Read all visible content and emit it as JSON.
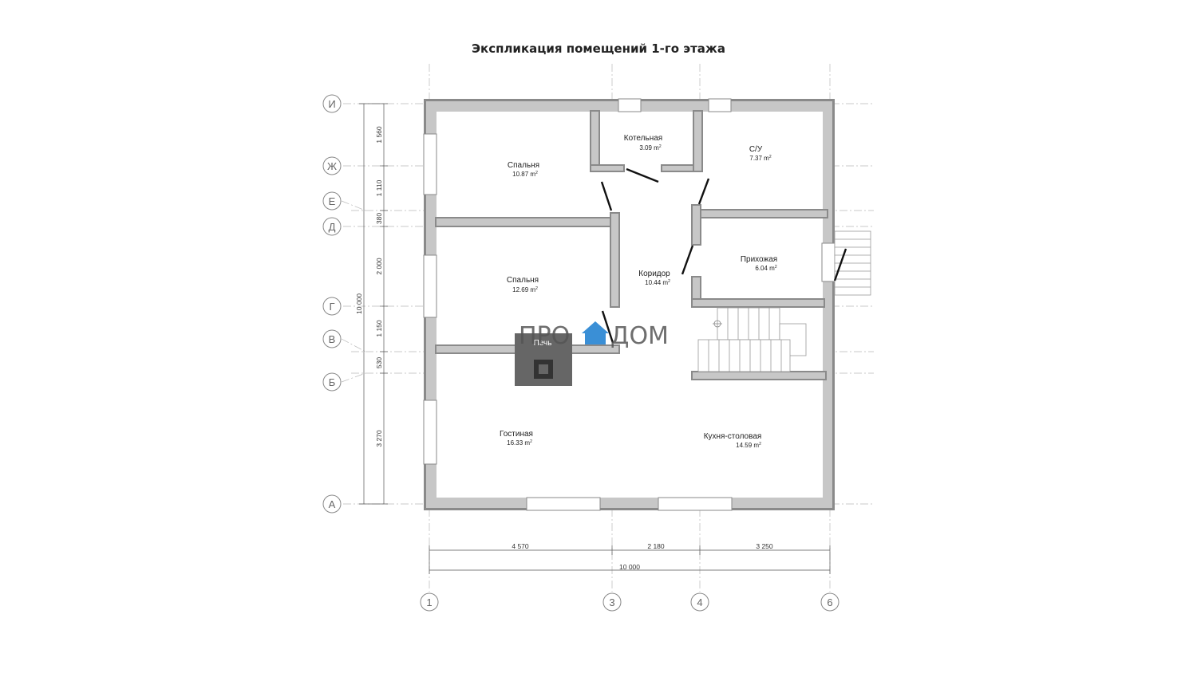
{
  "title": "Экспликация помещений 1-го этажа",
  "rooms": [
    {
      "name": "Спальня",
      "area": "10.87 m",
      "sup": "2"
    },
    {
      "name": "Котельная",
      "area": "3.09 m",
      "sup": "2"
    },
    {
      "name": "С/У",
      "area": "7.37 m",
      "sup": "2"
    },
    {
      "name": "Спальня",
      "area": "12.69 m",
      "sup": "2"
    },
    {
      "name": "Коридор",
      "area": "10.44 m",
      "sup": "2"
    },
    {
      "name": "Прихожая",
      "area": "6.04 m",
      "sup": "2"
    },
    {
      "name": "Гостиная",
      "area": "16.33 m",
      "sup": "2"
    },
    {
      "name": "Кухня-столовая",
      "area": "14.59 m",
      "sup": "2"
    }
  ],
  "stove_label": "Печь",
  "axes_rows": [
    "И",
    "Ж",
    "Е",
    "Д",
    "Г",
    "В",
    "Б",
    "А"
  ],
  "axes_cols": [
    "1",
    "3",
    "4",
    "6"
  ],
  "dims_vertical": [
    "1 560",
    "1 110",
    "380",
    "2 000",
    "1 150",
    "530",
    "3 270"
  ],
  "dim_vertical_total": "10 000",
  "dims_horizontal": [
    "4 570",
    "2 180",
    "3 250"
  ],
  "dim_horizontal_total": "10 000",
  "logo": {
    "left": "ПРО",
    "right": "ДОМ",
    "accent": "#3a8fd6"
  },
  "colors": {
    "wall_outer": "#8a8a8a",
    "wall_inner": "#c7c7c7",
    "stove": "#666666"
  }
}
